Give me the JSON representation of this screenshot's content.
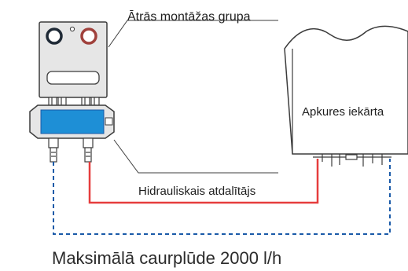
{
  "labels": {
    "quick_mount_group": "Ātrās montāžas grupa",
    "heating_appliance": "Apkures iekārta",
    "hydraulic_separator": "Hidrauliskais atdalītājs",
    "max_flow": "Maksimālā caurplūde 2000 l/h"
  },
  "colors": {
    "background": "#ffffff",
    "housing_fill": "#e6e6e6",
    "outline": "#3c3c3c",
    "separator_blue": "#1e8fd6",
    "dashed_pipe": "#1a5aa8",
    "red_pipe": "#e63d3d",
    "left_ring": "#1f2a36",
    "right_ring": "#a0413c"
  }
}
